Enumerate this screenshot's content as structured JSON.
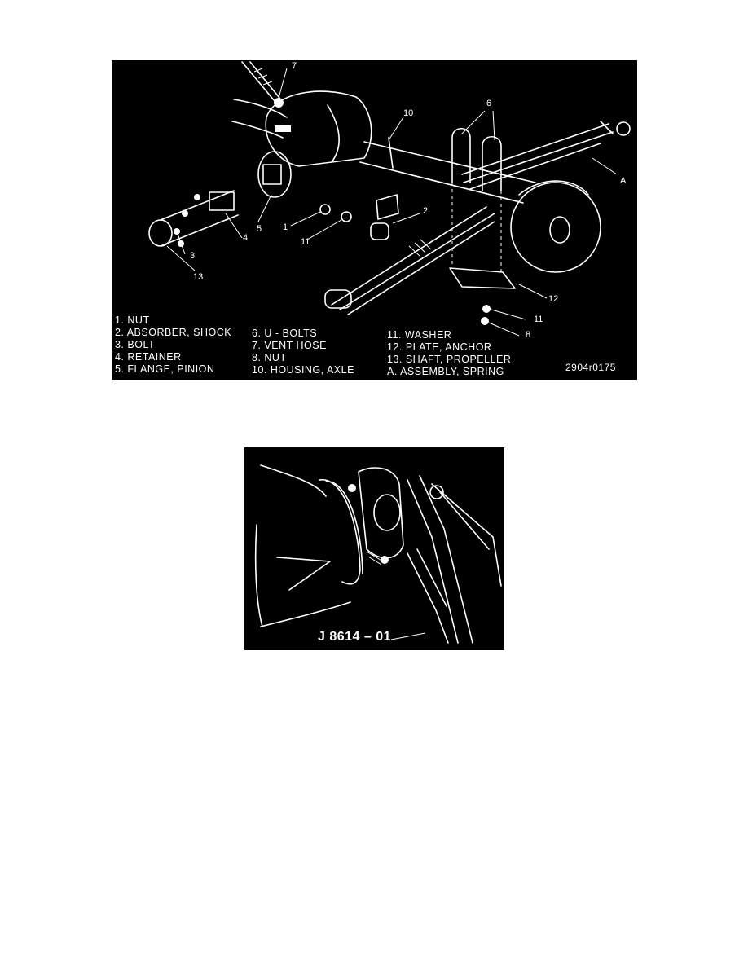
{
  "figure1": {
    "callouts": {
      "c7": "7",
      "c10": "10",
      "c6": "6",
      "cA": "A",
      "c2": "2",
      "c1": "1",
      "c11a": "11",
      "c5": "5",
      "c4": "4",
      "c3": "3",
      "c13": "13",
      "c12": "12",
      "c11b": "11",
      "c8": "8"
    },
    "legend": {
      "col1": [
        "1. NUT",
        "2. ABSORBER, SHOCK",
        "3. BOLT",
        "4. RETAINER",
        "5. FLANGE, PINION"
      ],
      "col2": [
        "6. U - BOLTS",
        "7. VENT HOSE",
        "8. NUT",
        "10. HOUSING, AXLE"
      ],
      "col3": [
        "11. WASHER",
        "12. PLATE, ANCHOR",
        "13. SHAFT, PROPELLER",
        "A. ASSEMBLY, SPRING"
      ]
    },
    "figure_id": "2904r0175"
  },
  "figure2": {
    "tool_label": "J 8614 – 01"
  }
}
